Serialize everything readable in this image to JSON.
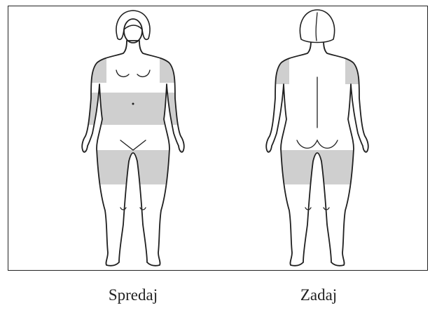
{
  "figure": {
    "front_label": "Spredaj",
    "back_label": "Zadaj",
    "zone_color": "#cfcfcf",
    "outline_color": "#1f1f1f",
    "front_zones": [
      "shoulder-left",
      "shoulder-right",
      "abdomen",
      "thigh-band"
    ],
    "back_zones": [
      "shoulder-left",
      "shoulder-right",
      "thigh-band"
    ]
  }
}
